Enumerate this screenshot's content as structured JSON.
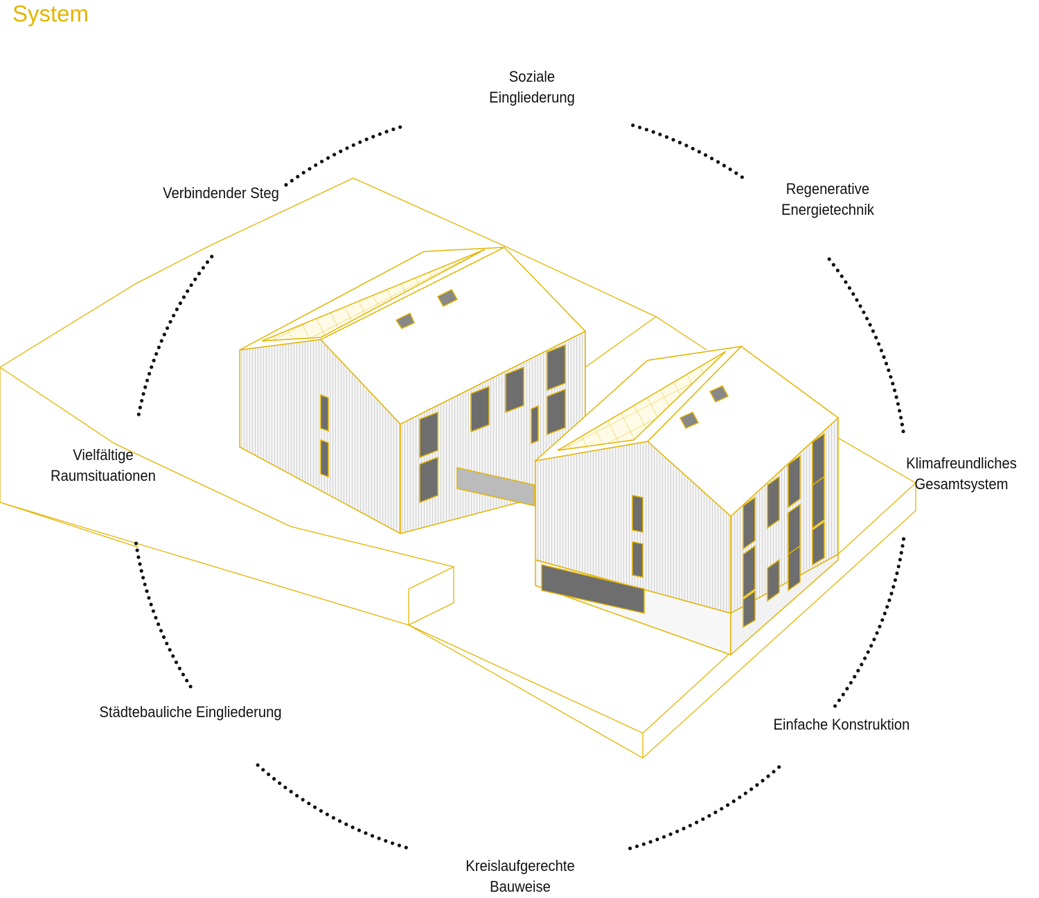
{
  "title": "System",
  "accent_color": "#e2b400",
  "labels": {
    "soziale": [
      "Soziale",
      "Eingliederung"
    ],
    "steg": [
      "Verbindender Steg"
    ],
    "energie": [
      "Regenerative",
      "Energietechnik"
    ],
    "raum": [
      "Vielfältige",
      "Raumsituationen"
    ],
    "klima": [
      "Klimafreundliches",
      "Gesamtsystem"
    ],
    "staedte": [
      "Städtebauliche Eingliederung"
    ],
    "konstruktion": [
      "Einfache Konstruktion"
    ],
    "kreislauf": [
      "Kreislaufgerechte",
      "Bauweise"
    ]
  }
}
